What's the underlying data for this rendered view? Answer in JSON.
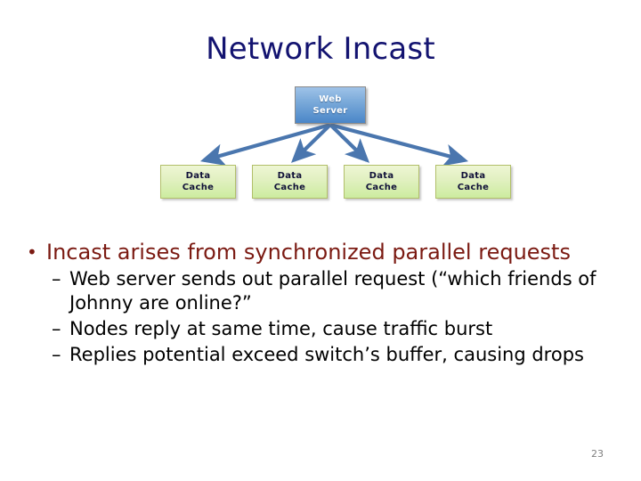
{
  "slide": {
    "title": "Network Incast",
    "page_number": "23",
    "title_color": "#131370",
    "bullet_color": "#7B1A12",
    "subbullet_color": "#000000"
  },
  "diagram": {
    "type": "tree",
    "arrow_color": "#4A76AE",
    "server": {
      "label_line1": "Web",
      "label_line2": "Server",
      "fill_top": "#9FC3E8",
      "fill_bottom": "#4A86C8",
      "border": "#8A8A8A",
      "text_color": "#FFFFFF"
    },
    "caches": [
      {
        "label_line1": "Data",
        "label_line2": "Cache"
      },
      {
        "label_line1": "Data",
        "label_line2": "Cache"
      },
      {
        "label_line1": "Data",
        "label_line2": "Cache"
      },
      {
        "label_line1": "Data",
        "label_line2": "Cache"
      }
    ],
    "cache_style": {
      "fill_top": "#EEF6D4",
      "fill_bottom": "#CCEC9F",
      "border": "#B2BF6A",
      "text_color": "#101038"
    }
  },
  "body": {
    "bullet_marker": "•",
    "subbullet_marker": "–",
    "bullets": [
      {
        "text": "Incast arises from synchronized parallel requests",
        "children": [
          "Web server sends out parallel request (“which friends of Johnny are online?”",
          "Nodes reply at same time, cause traffic burst",
          "Replies potential exceed switch’s buffer, causing drops"
        ]
      }
    ]
  }
}
